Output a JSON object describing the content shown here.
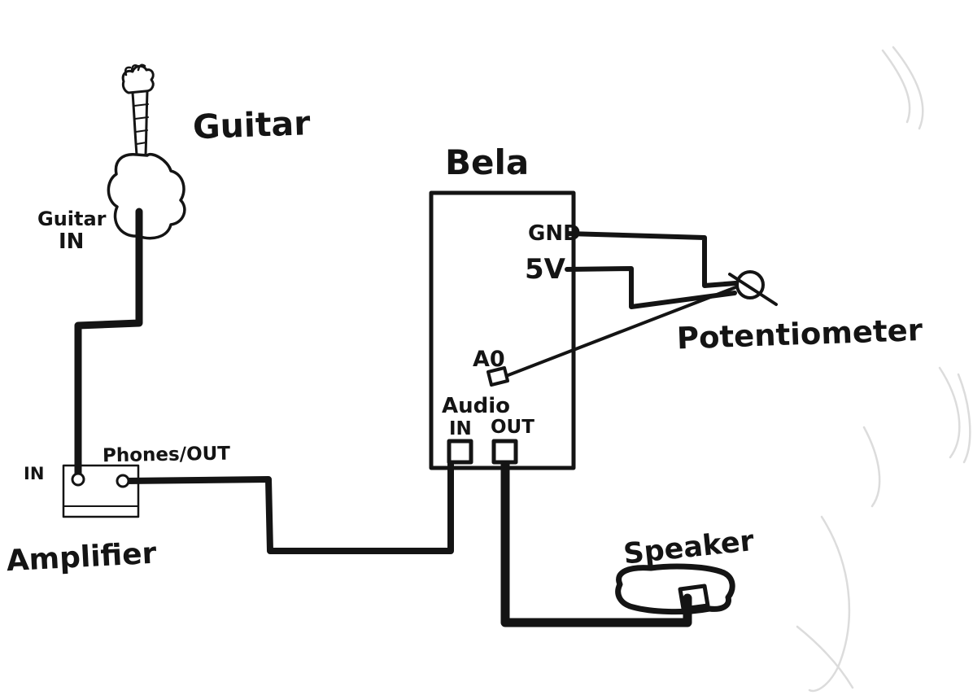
{
  "diagram": {
    "colors": {
      "ink": "#141414",
      "paper": "#ffffff",
      "faint": "#dcdcdc"
    },
    "labels": {
      "guitar_title": "Guitar",
      "guitar_in_word": "Guitar",
      "guitar_in_in": "IN",
      "bela_title": "Bela",
      "gnd": "GND",
      "five_volt": "5V",
      "analog_out": "A0",
      "audio": "Audio",
      "audio_in": "IN",
      "audio_out": "OUT",
      "phones_out": "Phones/OUT",
      "amp_in": "IN",
      "amplifier_title": "Amplifier",
      "potentiometer_title": "Potentiometer",
      "speaker_title": "Speaker"
    },
    "connections": [
      {
        "from": "Guitar",
        "to": "Amplifier IN"
      },
      {
        "from": "Amplifier Phones/OUT",
        "to": "Bela Audio IN"
      },
      {
        "from": "Bela Audio OUT",
        "to": "Speaker"
      },
      {
        "from": "Bela GND",
        "to": "Potentiometer"
      },
      {
        "from": "Bela 5V",
        "to": "Potentiometer"
      },
      {
        "from": "Bela A0",
        "to": "Potentiometer"
      }
    ]
  }
}
